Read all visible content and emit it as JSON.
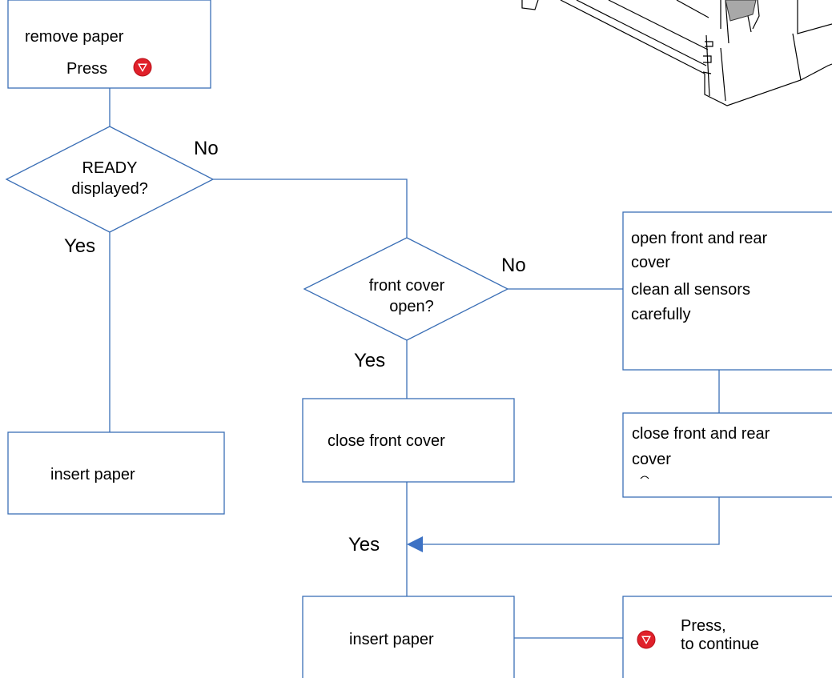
{
  "colors": {
    "line": "#3b6fb6",
    "arrow": "#3d72c4",
    "press_icon_fill": "#e0202a",
    "press_icon_ring": "#b81018"
  },
  "icons": {
    "press_button": "red-circle-down-triangle-icon",
    "printer": "printer-illustration"
  },
  "boxes": {
    "remove_paper": {
      "line1": "remove paper",
      "line2": "Press"
    },
    "ready_displayed": {
      "line1": "READY",
      "line2": "displayed?"
    },
    "insert_paper_left": "insert paper",
    "front_cover_open": {
      "line1": "front cover",
      "line2": "open?"
    },
    "open_front_rear": {
      "line1": "open front and rear",
      "line2": "cover",
      "line3": "clean all sensors",
      "line4": "carefully"
    },
    "close_front_cover": "close front cover",
    "close_front_rear": {
      "line1": "close front and rear",
      "line2": "cover"
    },
    "insert_paper_bottom": "insert paper",
    "press_continue": {
      "line1": "Press,",
      "line2": "to continue"
    }
  },
  "labels": {
    "no_ready": "No",
    "yes_ready": "Yes",
    "no_front": "No",
    "yes_front": "Yes",
    "yes_merge": "Yes"
  }
}
